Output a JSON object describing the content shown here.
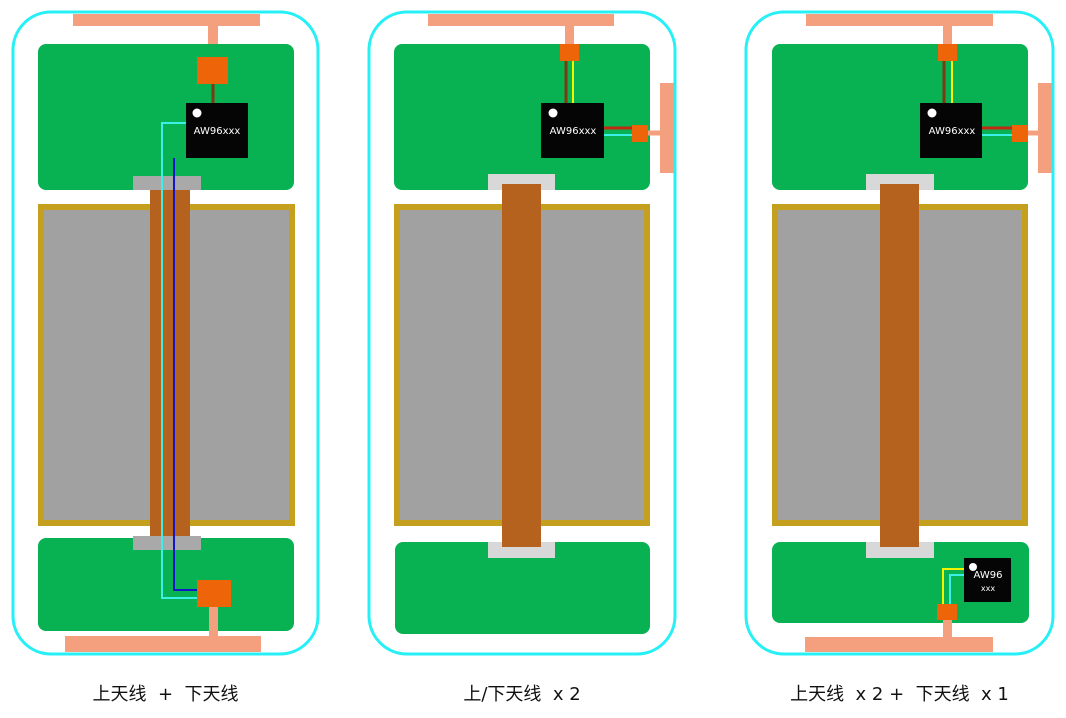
{
  "colors": {
    "frame": "#26f0f6",
    "board": "#08b253",
    "antenna": "#f4a07e",
    "connector": "#ee6408",
    "chip": "#050505",
    "battery_border": "#c4a01e",
    "battery_fill": "#a1a1a1",
    "fpc": "#b6621f",
    "fpc_clip_gray": "#a9a9a9",
    "fpc_clip_light": "#d8d8d8",
    "trace_cyan": "#3cf0e8",
    "trace_blue": "#1414c8",
    "trace_yellow": "#f4f400",
    "trace_brown": "#7a3b10",
    "trace_red": "#c02a10"
  },
  "panels": [
    {
      "chip_label": "AW96xxx",
      "caption": "上天线  +  下天线"
    },
    {
      "chip_label": "AW96xxx",
      "caption": "上/下天线  x 2"
    },
    {
      "chip_label": "AW96xxx",
      "chip_label_lower_line1": "AW96",
      "chip_label_lower_line2": "xxx",
      "caption": "上天线  x 2 +  下天线  x 1"
    }
  ]
}
